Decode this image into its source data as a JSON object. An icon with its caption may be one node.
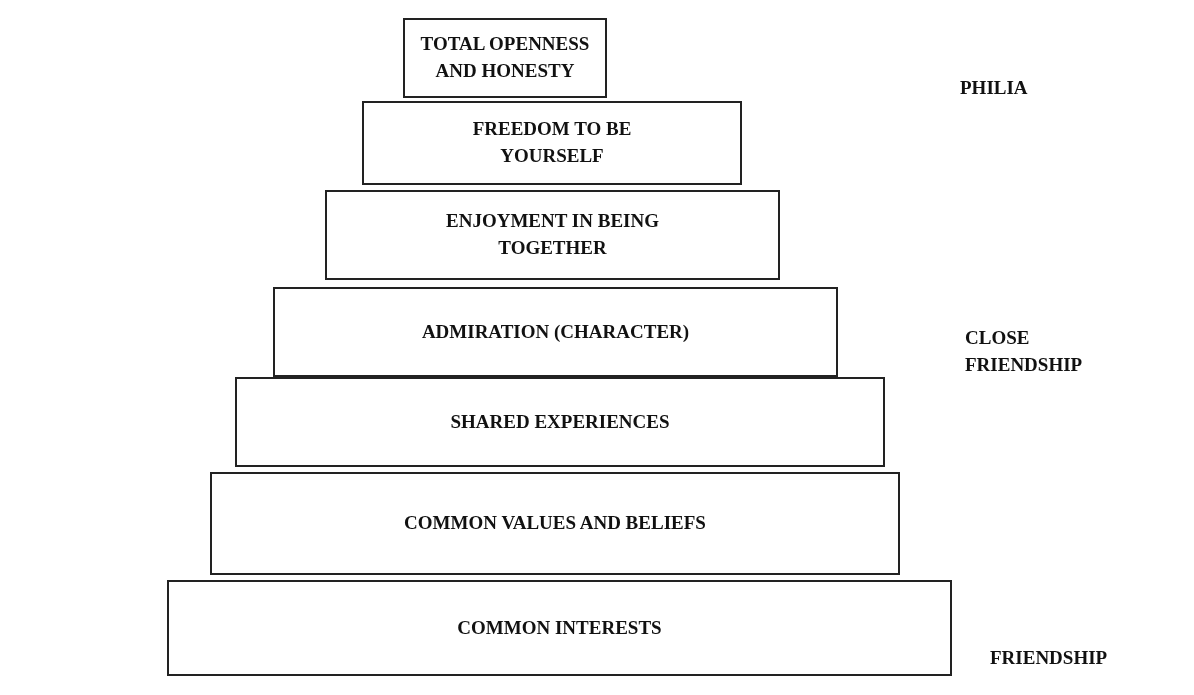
{
  "diagram": {
    "nodes": [
      {
        "text": [
          "TOTAL OPENNESS AND HONESTY"
        ]
      },
      {
        "text": [
          "FREEDOM TO BE YOURSELF"
        ]
      },
      {
        "text": [
          "ENJOYMENT IN BEING TOGETHER"
        ]
      },
      {
        "text": [
          "ADMIRATION (CHARACTER)"
        ]
      },
      {
        "text": [
          "SHARED EXPERIENCES"
        ]
      },
      {
        "text": [
          "COMMON VALUES AND BELIEFS"
        ]
      },
      {
        "text": [
          "COMMON INTERESTS"
        ]
      }
    ],
    "labels": [
      "PHILIA",
      "CLOSE FRIENDSHIP",
      "FRIENDSHIP"
    ]
  }
}
